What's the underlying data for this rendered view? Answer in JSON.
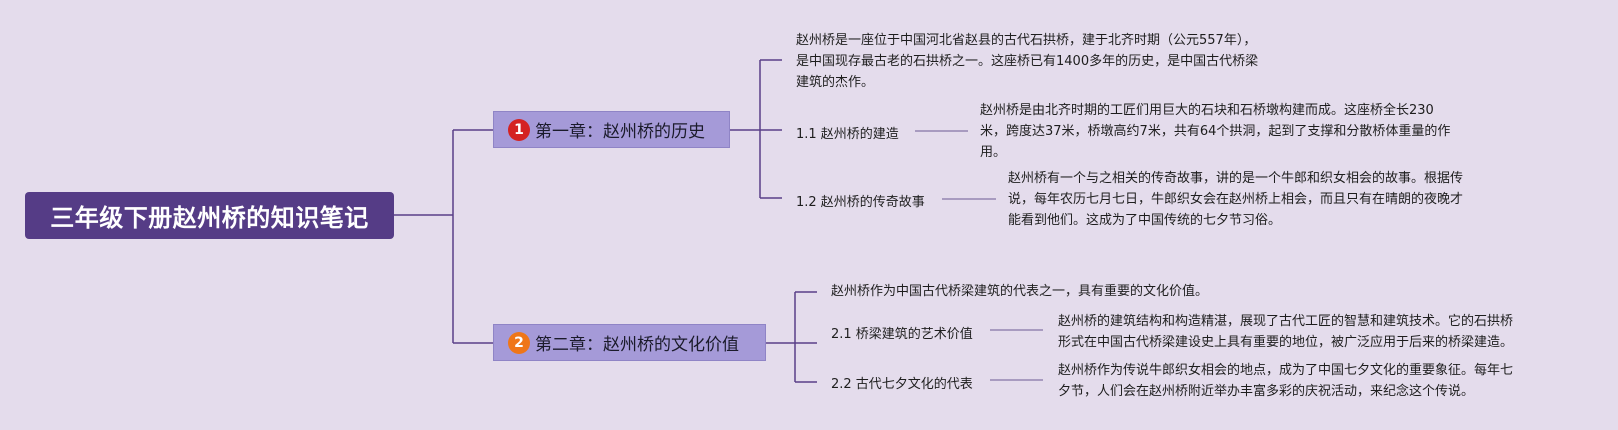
{
  "root": {
    "title": "三年级下册赵州桥的知识笔记"
  },
  "chapters": [
    {
      "badge": "1",
      "title": "第一章：赵州桥的历史",
      "intro": [
        "赵州桥是一座位于中国河北省赵县的古代石拱桥，建于北齐时期（公元557年），",
        "是中国现存最古老的石拱桥之一。这座桥已有1400多年的历史，是中国古代桥梁",
        "建筑的杰作。"
      ],
      "sections": [
        {
          "label": "1.1 赵州桥的建造",
          "detail": [
            "赵州桥是由北齐时期的工匠们用巨大的石块和石桥墩构建而成。这座桥全长230",
            "米，跨度达37米，桥墩高约7米，共有64个拱洞，起到了支撑和分散桥体重量的作",
            "用。"
          ]
        },
        {
          "label": "1.2 赵州桥的传奇故事",
          "detail": [
            "赵州桥有一个与之相关的传奇故事，讲的是一个牛郎和织女相会的故事。根据传",
            "说，每年农历七月七日，牛郎织女会在赵州桥上相会，而且只有在晴朗的夜晚才",
            "能看到他们。这成为了中国传统的七夕节习俗。"
          ]
        }
      ]
    },
    {
      "badge": "2",
      "title": "第二章：赵州桥的文化价值",
      "intro": [
        "赵州桥作为中国古代桥梁建筑的代表之一，具有重要的文化价值。"
      ],
      "sections": [
        {
          "label": "2.1 桥梁建筑的艺术价值",
          "detail": [
            "赵州桥的建筑结构和构造精湛，展现了古代工匠的智慧和建筑技术。它的石拱桥",
            "形式在中国古代桥梁建设史上具有重要的地位，被广泛应用于后来的桥梁建造。"
          ]
        },
        {
          "label": "2.2 古代七夕文化的代表",
          "detail": [
            "赵州桥作为传说牛郎织女相会的地点，成为了中国七夕文化的重要象征。每年七",
            "夕节，人们会在赵州桥附近举办丰富多彩的庆祝活动，来纪念这个传说。"
          ]
        }
      ]
    }
  ],
  "colors": {
    "background": "#e4dcec",
    "root_fill": "#553c86",
    "chapter_fill": "#a59ad8",
    "connector": "#5a3f88",
    "badge_1": "#d42222",
    "badge_2": "#ef7618"
  }
}
